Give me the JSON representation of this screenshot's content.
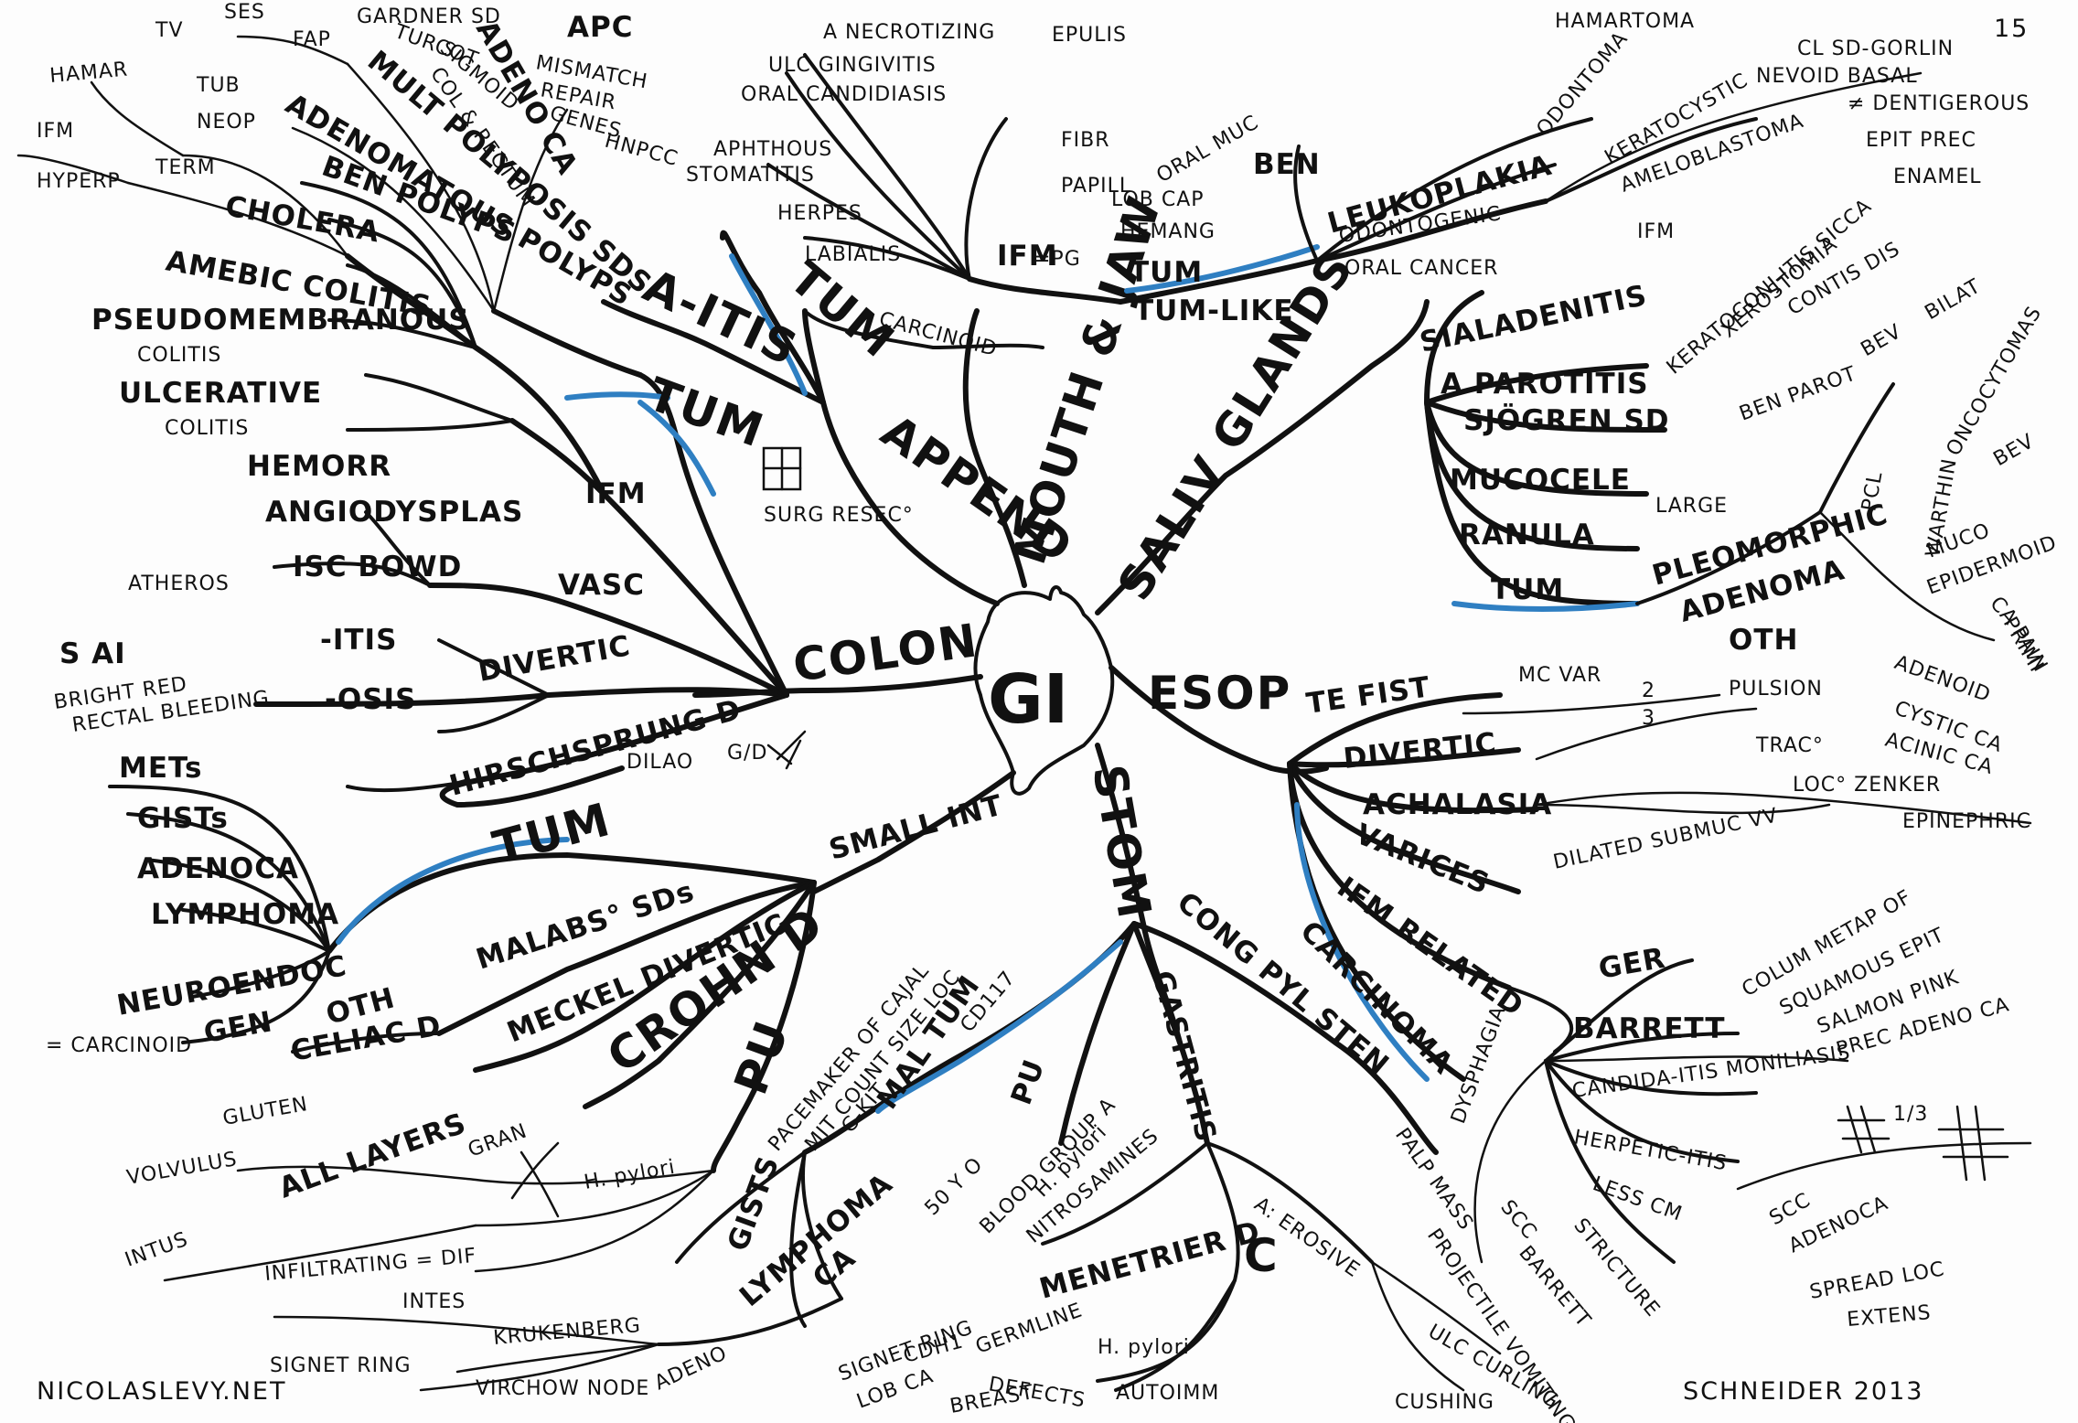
{
  "center": "GI",
  "page_number": "15",
  "footer": {
    "left": "NICOLASLEVY.NET",
    "right": "SCHNEIDER 2013"
  },
  "branches": {
    "mouth": {
      "label": "MOUTH & JAW",
      "ifm": "IFM",
      "ifm_items": [
        "A NECROTIZING",
        "ULC GINGIVITIS",
        "ORAL CANDIDIASIS",
        "APHTHOUS",
        "STOMATITIS",
        "HERPES",
        "LABIALIS"
      ],
      "tum": "TUM",
      "tum_like": "TUM-LIKE",
      "ben": "BEN",
      "ben_items": [
        "EPULIS",
        "FIBR",
        "PAPILL",
        "LOB CAP",
        "HEMANG",
        "=PG",
        "ORAL MUC"
      ],
      "leukoplakia": "LEUKOPLAKIA",
      "odontogenic": "ODONTOGENIC",
      "oral_cancer": "ORAL CANCER",
      "odonto_items": [
        "HAMARTOMA",
        "ODONTOMA",
        "KERATOCYSTIC",
        "AMELOBLASTOMA",
        "NEVOID BASAL",
        "CL SD-GORLIN",
        "≠ DENTIGEROUS",
        "EPIT PREC",
        "ENAMEL"
      ]
    },
    "saliv": {
      "label": "SALIV GLANDS",
      "items": [
        "SIALADENITIS",
        "A PAROTITIS",
        "SJÖGREN SD",
        "MUCOCELE",
        "RANULA",
        "TUM"
      ],
      "notes": [
        "IFM",
        "KERATOCONJ-ITIS SICCA",
        "XEROSTOMIA",
        "CONTIS DIS",
        "LARGE",
        "BEN PAROT",
        "BILAT",
        "BEV",
        "PCL",
        "WARTHIN",
        "ONCOCYTOMAS",
        "BEV",
        "PLEOMORPHIC",
        "ADENOMA",
        "OTH",
        "MUCO",
        "EPIDERMOID",
        "CA",
        "PAIN",
        "PRIMI",
        "ADENOID",
        "CYSTIC CA",
        "ACINIC CA"
      ]
    },
    "esop": {
      "label": "ESOP",
      "items": [
        "TE FIST",
        "DIVERTIC",
        "ACHALASIA",
        "VARICES",
        "IFM RELATED",
        "CARCINOMA"
      ],
      "notes": [
        "MC VAR",
        "2",
        "3",
        "PULSION",
        "TRAC°",
        "LOC° ZENKER",
        "EPINEPHRIC",
        "DILATED SUBMUC VV",
        "GER",
        "BARRETT",
        "COLUM METAP OF",
        "SQUAMOUS EPIT",
        "SALMON PINK",
        "PREC ADENO CA",
        "CANDIDA-ITIS MONILIASIS",
        "HERPETIC-ITIS",
        "LESS CM",
        "STRICTURE",
        "DYSPHAGIA",
        "SCC",
        "BARRETT",
        "1/3",
        "SCC",
        "ADENOCA",
        "SPREAD LOC",
        "EXTENS"
      ]
    },
    "stom": {
      "label": "STOM",
      "items": [
        "CONG PYL STEN",
        "GASTRITIS",
        "MAL TUM",
        "PU"
      ],
      "notes": [
        "PALP MASS",
        "PROJECTILE VOMITING",
        "A: EROSIVE",
        "C",
        "MENETRIER D",
        "H. pylori",
        "AUTOIMM",
        "ULC CURLING",
        "CUSHING",
        "NITROSAMINES",
        "H. pylori",
        "BLOOD GROUP A",
        "50 Y O",
        "PACEMAKER OF CAJAL",
        "MIT COUNT SIZE LOC",
        "C-KIT",
        "CD117",
        "GISTS",
        "LYMPHOMA",
        "CA",
        "CDH1",
        "SIGNET RING",
        "LOB CA",
        "BREAST",
        "GERMLINE",
        "DEFECTS",
        "ADENO",
        "INFILTRATING = DIF",
        "INTES",
        "KRUKENBERG",
        "SIGNET RING",
        "VIRCHOW NODE"
      ]
    },
    "small_int": {
      "label": "SMALL INT",
      "items": [
        "TUM",
        "MALABS° SDs",
        "MECKEL DIVERTIC",
        "CROHN D",
        "PU",
        "OTH",
        "CELIAC D"
      ],
      "tum_items": [
        "METs",
        "GISTs",
        "ADENOCA",
        "LYMPHOMA",
        "NEUROENDOC",
        "GEN",
        "= CARCINOID"
      ],
      "notes": [
        "GLUTEN",
        "ALL LAYERS",
        "GRAN",
        "VOLVULUS",
        "INTUS",
        "H. pylori"
      ]
    },
    "colon": {
      "label": "COLON",
      "items": [
        "HIRSCHSPRUNG D",
        "DIVERTIC",
        "VASC",
        "IFM",
        "TUM"
      ],
      "notes": [
        "DILAO",
        "G/D",
        "-ITIS",
        "-OSIS",
        "S AI",
        "BRIGHT RED",
        "RECTAL BLEEDING",
        "ISC BOWD",
        "ATHEROS",
        "ANGIODYSPLAS",
        "HEMORR",
        "ULCERATIVE",
        "COLITIS",
        "PSEUDOMEMBRANOUS",
        "COLITIS",
        "AMEBIC COLITIS",
        "CHOLERA",
        "BEN POLYPS",
        "ADENOMATOUS POLYPS",
        "HAMAR",
        "IFM",
        "HYPERP",
        "TUB",
        "NEOP",
        "TERM",
        "TV",
        "SES",
        "FAP",
        "MULT POLYPOSIS SDS",
        "ADENO CA",
        "GARDNER SD",
        "TURCOT",
        "SIGMOID",
        "COL & RECTUM",
        "APC",
        "MISMATCH",
        "REPAIR",
        "GENES",
        "HNPCC"
      ]
    },
    "append": {
      "label": "APPEND",
      "items": [
        "A-ITIS",
        "TUM"
      ],
      "notes": [
        "CARCINOID",
        "SURG RESEC°"
      ]
    }
  }
}
